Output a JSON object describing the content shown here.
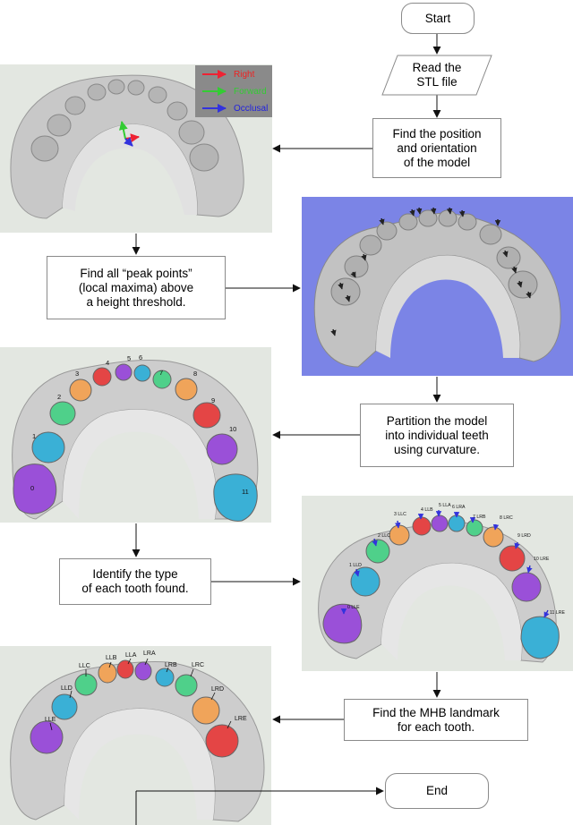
{
  "flow": {
    "start": "Start",
    "read": "Read the\nSTL file",
    "orient": "Find the position\nand orientation\nof the model",
    "peaks": "Find all “peak points”\n(local maxima) above\na height threshold.",
    "partition": "Partition the model\ninto individual teeth\nusing curvature.",
    "identify": "Identify the type\nof each tooth found.",
    "landmark": "Find the MHB landmark\nfor each tooth.",
    "end": "End"
  },
  "axes_legend": {
    "right": "Right",
    "forward": "Forward",
    "occlusal": "Occlusal"
  },
  "segment_numbers": [
    "0",
    "1",
    "2",
    "3",
    "4",
    "5",
    "6",
    "7",
    "8",
    "9",
    "10",
    "11"
  ],
  "identify_labels": [
    "0 LLE",
    "1 LLD",
    "2 LLC",
    "3 LLC",
    "4 LLB",
    "5 LLA",
    "6 LRA",
    "7 LRB",
    "8 LRC",
    "9 LRD",
    "10 LRE",
    "11 LRE"
  ],
  "landmark_labels": [
    "LLE",
    "LLD",
    "LLC",
    "LLB",
    "LLA",
    "LRA",
    "LRB",
    "LRC",
    "LRD",
    "LRE"
  ],
  "colors": {
    "panel_bg": "#e3e7e1",
    "blue_bg": "#7b84e6",
    "model_gray": "#cdcdcd",
    "legend_bg": "#8a8a8a",
    "arrow": "#111111"
  }
}
